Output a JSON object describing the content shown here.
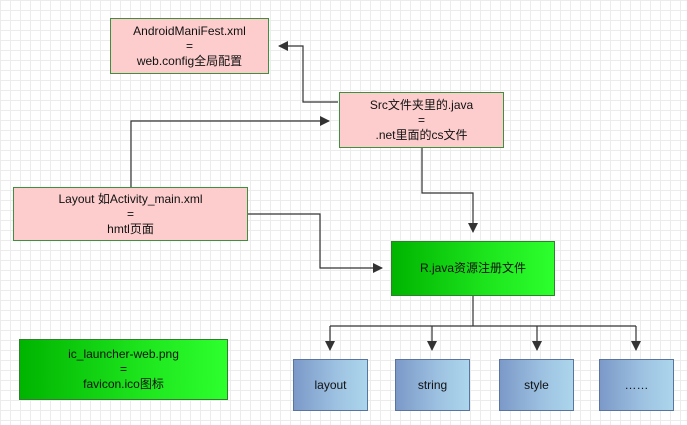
{
  "nodes": {
    "manifest": [
      "AndroidManiFest.xml",
      "=",
      "web.config全局配置"
    ],
    "src": [
      "Src文件夹里的.java",
      "=",
      ".net里面的cs文件"
    ],
    "layout_file": [
      "Layout 如Activity_main.xml",
      "=",
      "hmtl页面"
    ],
    "rjava": [
      "R.java资源注册文件"
    ],
    "launcher": [
      "ic_launcher-web.png",
      "=",
      "favicon.ico图标"
    ],
    "res_layout": [
      "layout"
    ],
    "res_string": [
      "string"
    ],
    "res_style": [
      "style"
    ],
    "res_more": [
      "……"
    ]
  },
  "colors": {
    "pink_fill": "#fdcdcd",
    "green_fill": "#1ee61e",
    "blue_fill": "#9ec3e2",
    "edge": "#333333"
  }
}
